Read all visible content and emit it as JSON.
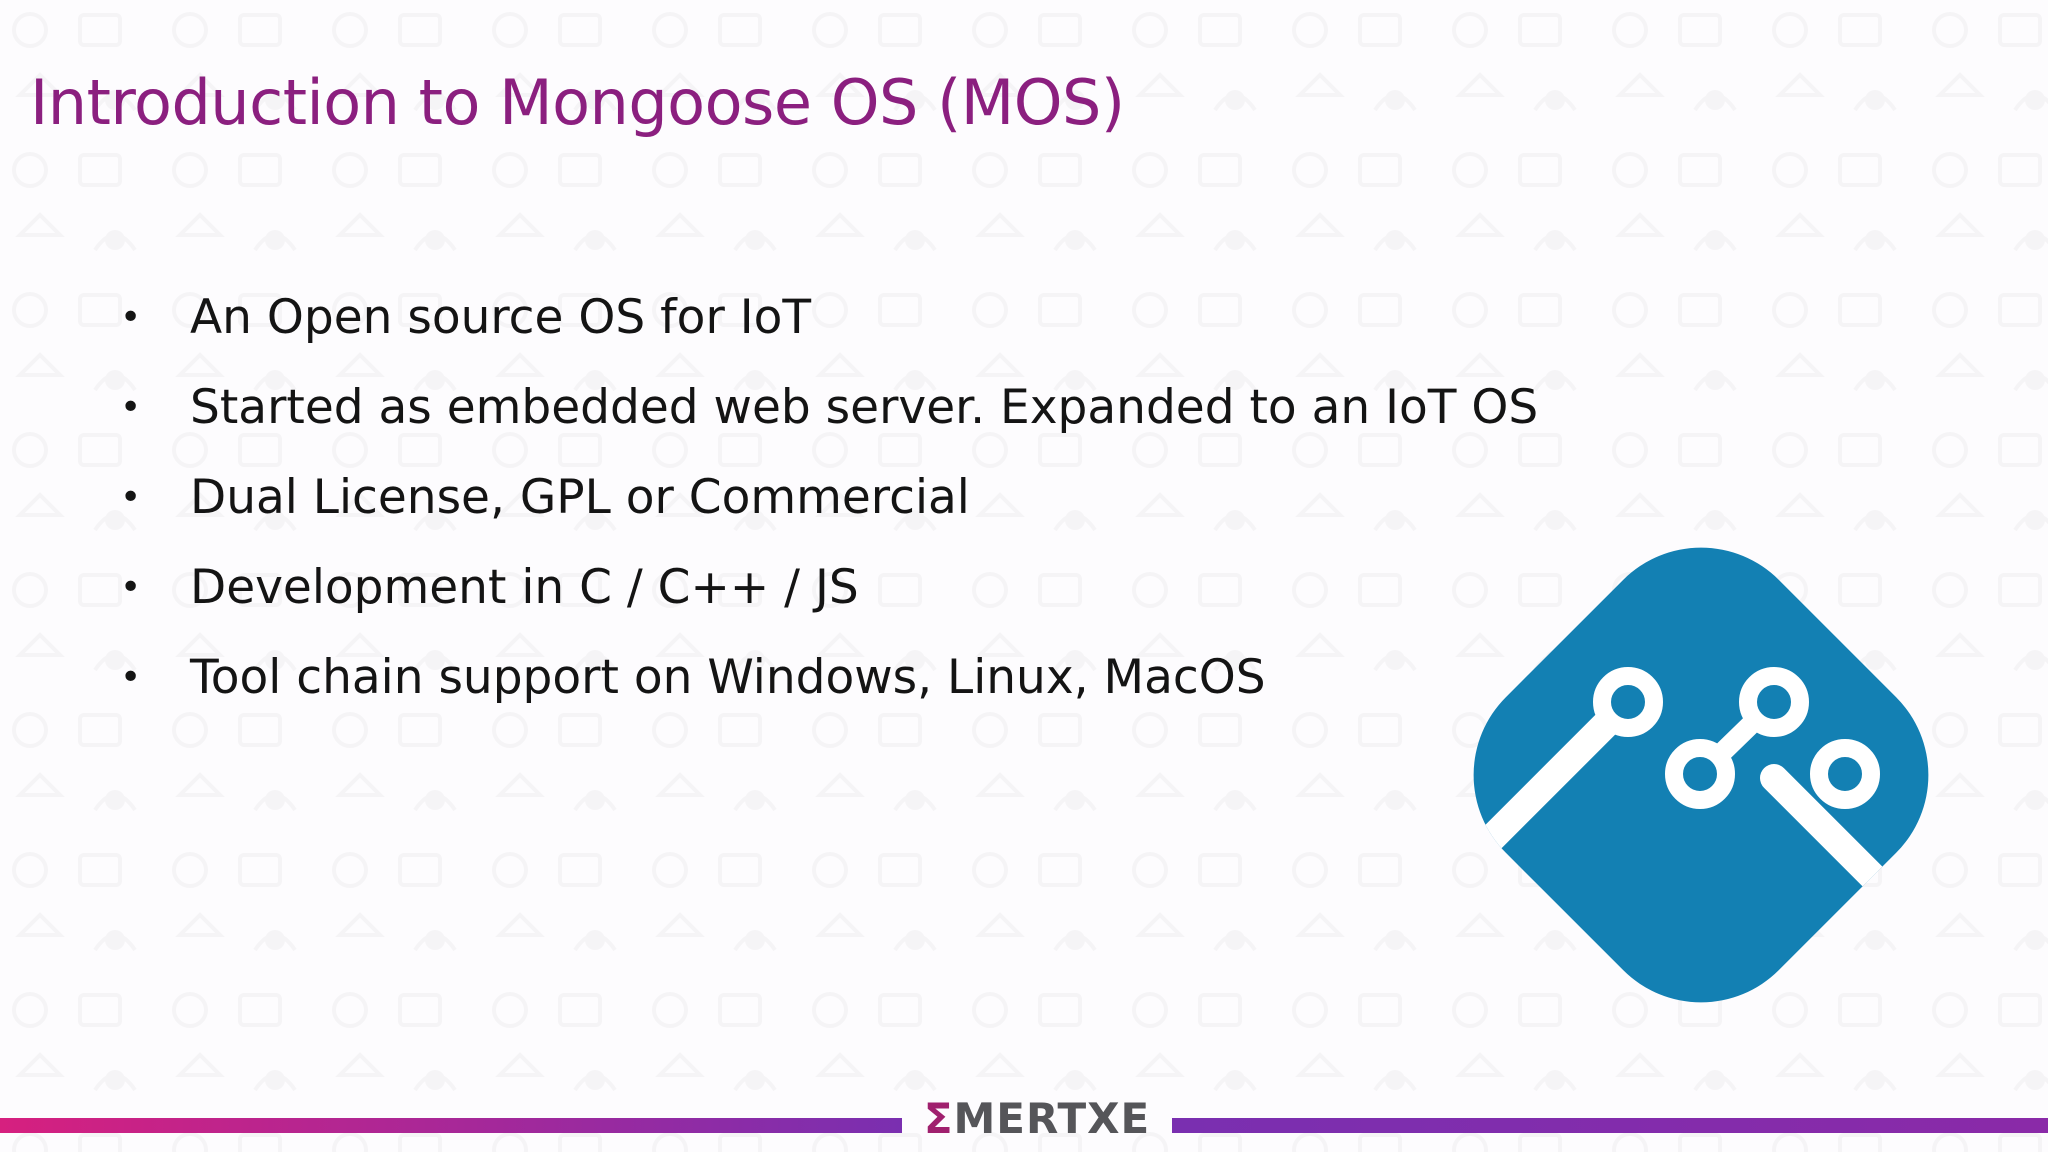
{
  "slide": {
    "title": "Introduction to Mongoose OS (MOS)",
    "bullets": [
      "An Open source OS for IoT",
      "Started as embedded web server. Expanded to an IoT OS",
      "Dual License, GPL or Commercial",
      "Development in C / C++ / JS",
      "Tool chain support on Windows, Linux, MacOS"
    ],
    "bullet_glyph": "•"
  },
  "logo": {
    "icon": "mongoose-os-logo-icon",
    "color": "#1380b3"
  },
  "footer": {
    "brand_prefix": "Σ",
    "brand_rest": "MERTXE",
    "bar_colors": [
      "#d6207f",
      "#7a2fb0"
    ]
  },
  "colors": {
    "title": "#8b1f7f",
    "text": "#141414",
    "background": "#fdfcfe"
  }
}
